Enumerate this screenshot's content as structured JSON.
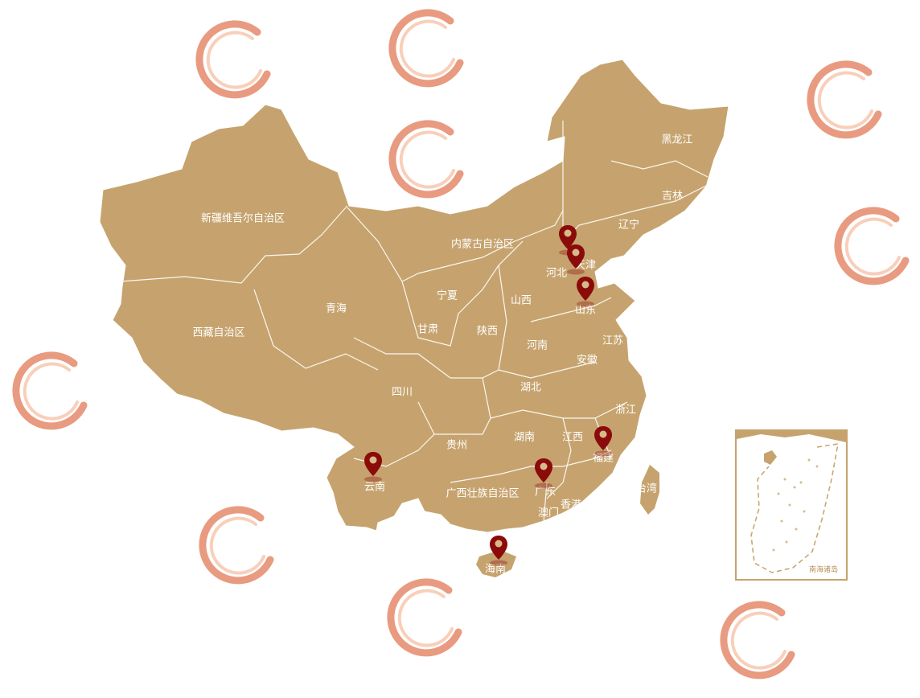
{
  "colors": {
    "land": "#c6a36e",
    "border": "#ffffff",
    "pin": "#8b0a0a",
    "ring": "#e48a6a",
    "label": "#ffffff"
  },
  "provinces": [
    {
      "id": "xinjiang",
      "name": "新疆维吾尔自治区"
    },
    {
      "id": "xizang",
      "name": "西藏自治区"
    },
    {
      "id": "qinghai",
      "name": "青海"
    },
    {
      "id": "neimenggu",
      "name": "内蒙古自治区"
    },
    {
      "id": "heilongjiang",
      "name": "黑龙江"
    },
    {
      "id": "jilin",
      "name": "吉林"
    },
    {
      "id": "liaoning",
      "name": "辽宁"
    },
    {
      "id": "tianjin",
      "name": "天津"
    },
    {
      "id": "hebei",
      "name": "河北"
    },
    {
      "id": "shandong",
      "name": "山东"
    },
    {
      "id": "ningxia",
      "name": "宁夏"
    },
    {
      "id": "shanxi",
      "name": "山西"
    },
    {
      "id": "gansu",
      "name": "甘肃"
    },
    {
      "id": "shaanxi",
      "name": "陕西"
    },
    {
      "id": "henan",
      "name": "河南"
    },
    {
      "id": "jiangsu",
      "name": "江苏"
    },
    {
      "id": "anhui",
      "name": "安徽"
    },
    {
      "id": "sichuan",
      "name": "四川"
    },
    {
      "id": "hubei",
      "name": "湖北"
    },
    {
      "id": "zhejiang",
      "name": "浙江"
    },
    {
      "id": "guizhou",
      "name": "贵州"
    },
    {
      "id": "hunan",
      "name": "湖南"
    },
    {
      "id": "jiangxi",
      "name": "江西"
    },
    {
      "id": "fujian",
      "name": "福建"
    },
    {
      "id": "yunnan",
      "name": "云南"
    },
    {
      "id": "guangdong",
      "name": "广东"
    },
    {
      "id": "guangxi",
      "name": "广西壮族自治区"
    },
    {
      "id": "taiwan",
      "name": "台湾"
    },
    {
      "id": "xianggang",
      "name": "香港"
    },
    {
      "id": "aomen",
      "name": "澳门"
    },
    {
      "id": "hainan",
      "name": "海南"
    }
  ],
  "markers": [
    "beijing",
    "tianjin",
    "shandong",
    "fujian",
    "guangdong",
    "yunnan",
    "hainan"
  ],
  "inset": {
    "label": "南海诸岛"
  }
}
